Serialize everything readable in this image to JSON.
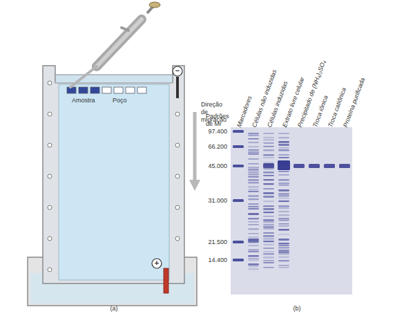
{
  "diagram": {
    "labels": [
      "(a)",
      "(b)",
      "Amostra",
      "Poço",
      "Direção de migração",
      "−",
      "+",
      "Padrões de Mr",
      "97.400",
      "66.200",
      "45.000",
      "31.000",
      "21.500",
      "14.400",
      "Marcadores",
      "Células não induzidas",
      "Células induzidas",
      "Extrato livre celular",
      "Precipitado de (NH₄)₂SO₄",
      "Troca iônica",
      "Troca catiônica",
      "Proteína purificada"
    ]
  }
}
